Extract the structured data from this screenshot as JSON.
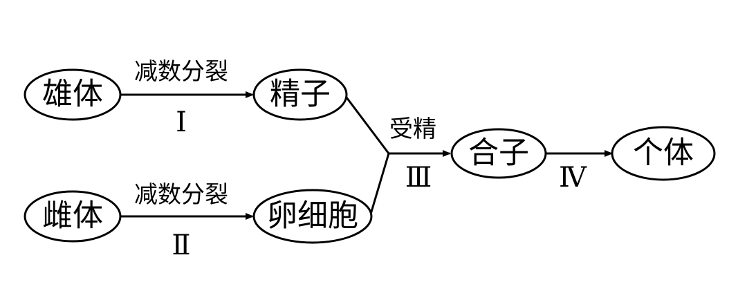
{
  "nodes": {
    "male": "雄体",
    "female": "雌体",
    "sperm": "精子",
    "egg": "卵细胞",
    "zygote": "合子",
    "individual": "个体"
  },
  "edges": {
    "meiosis_male_label": "减数分裂",
    "meiosis_male_step": "Ⅰ",
    "meiosis_female_label": "减数分裂",
    "meiosis_female_step": "Ⅱ",
    "fertilization_label": "受精",
    "fertilization_step": "Ⅲ",
    "development_step": "Ⅳ"
  },
  "colors": {
    "stroke": "#000000",
    "background": "#ffffff"
  }
}
